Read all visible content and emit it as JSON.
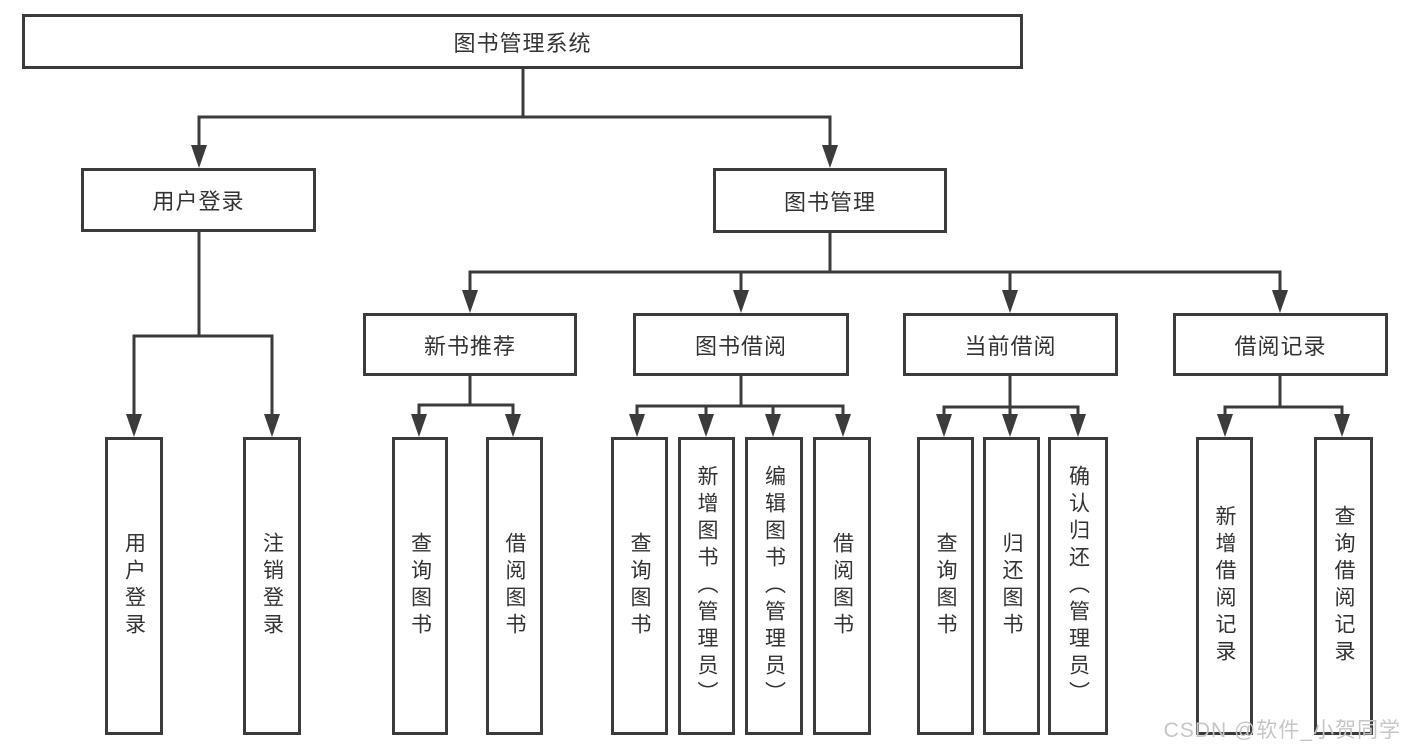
{
  "diagram": {
    "root": {
      "label": "图书管理系统"
    },
    "level2": {
      "user_login": {
        "label": "用户登录"
      },
      "book_mgmt": {
        "label": "图书管理"
      }
    },
    "level3": {
      "new_books": {
        "label": "新书推荐"
      },
      "book_borrow": {
        "label": "图书借阅"
      },
      "current_borrow": {
        "label": "当前借阅"
      },
      "borrow_records": {
        "label": "借阅记录"
      }
    },
    "leaves": {
      "user_login": {
        "label": "用户登录"
      },
      "logout": {
        "label": "注销登录"
      },
      "nb_query": {
        "label": "查询图书"
      },
      "nb_borrow": {
        "label": "借阅图书"
      },
      "bb_query": {
        "label": "查询图书"
      },
      "bb_add": {
        "label": "新增图书（管理员）"
      },
      "bb_edit": {
        "label": "编辑图书（管理员）"
      },
      "bb_borrow": {
        "label": "借阅图书"
      },
      "cb_query": {
        "label": "查询图书"
      },
      "cb_return": {
        "label": "归还图书"
      },
      "cb_confirm": {
        "label": "确认归还（管理员）"
      },
      "br_add": {
        "label": "新增借阅记录"
      },
      "br_query": {
        "label": "查询借阅记录"
      }
    }
  },
  "watermark": {
    "label": "CSDN @软件_小贺同学"
  },
  "colors": {
    "line": "#3b3b3b",
    "text": "#333333",
    "watermark_text": "#c6c6c6",
    "background": "#ffffff"
  }
}
